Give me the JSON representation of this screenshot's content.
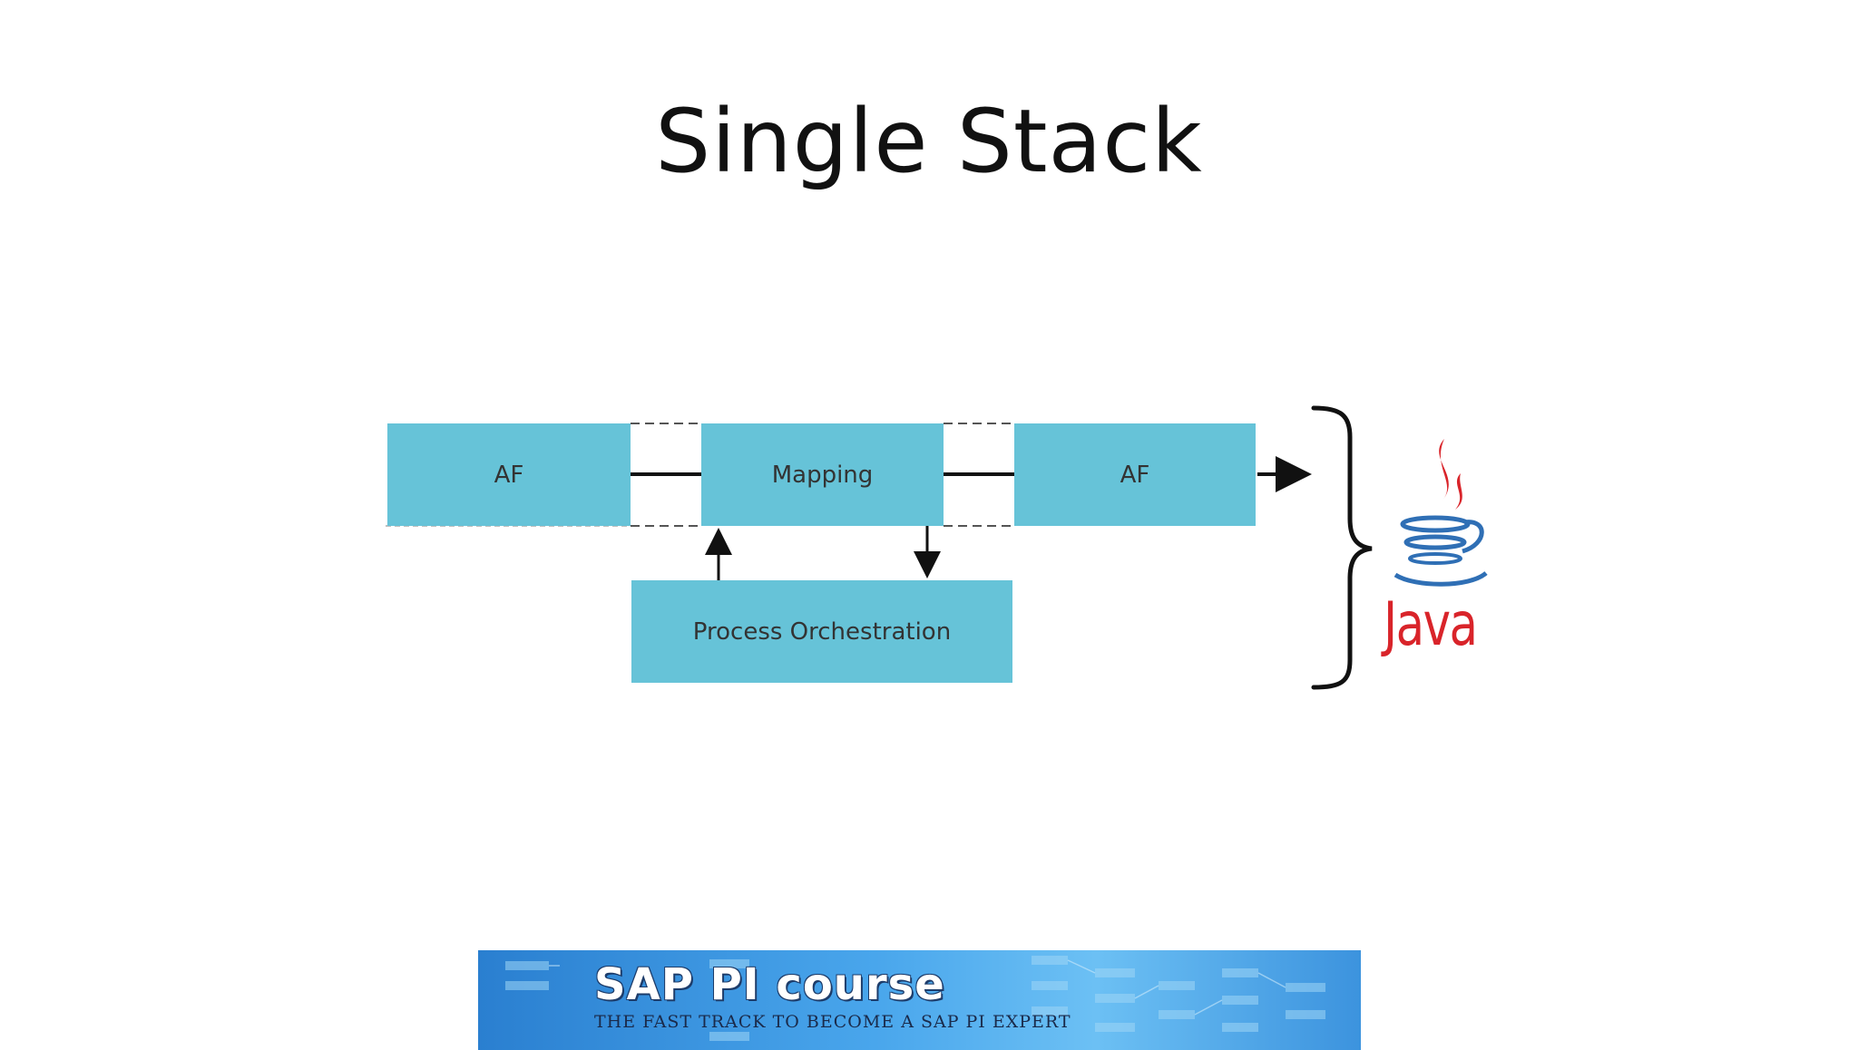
{
  "slide": {
    "title": "Single Stack"
  },
  "diagram": {
    "boxes": {
      "af_left": "AF",
      "mapping": "Mapping",
      "af_right": "AF",
      "process_orchestration": "Process Orchestration"
    },
    "colors": {
      "box_fill": "#66c3d8",
      "line": "#111111",
      "dashed": "#555555"
    }
  },
  "java_logo": {
    "label": "Java",
    "colors": {
      "steam": "#d9242a",
      "cup": "#2f6fb5"
    }
  },
  "banner": {
    "title": "SAP PI course",
    "subtitle": "THE FAST TRACK TO BECOME A SAP PI EXPERT"
  }
}
